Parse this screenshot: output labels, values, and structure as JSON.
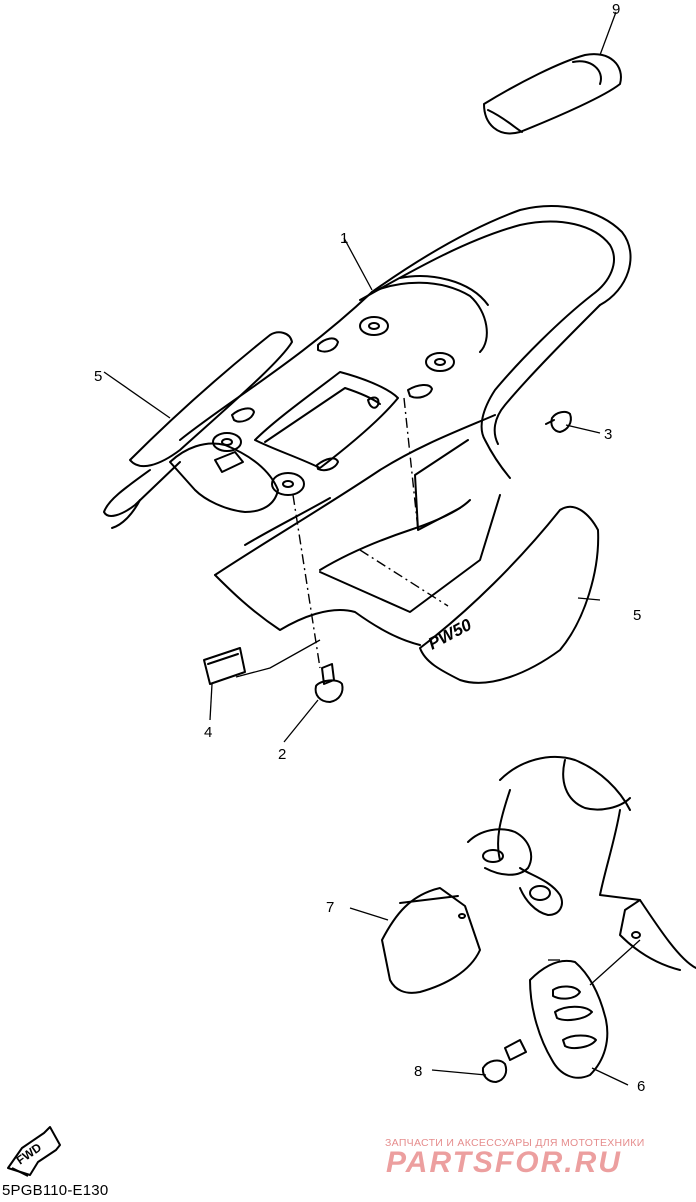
{
  "diagram": {
    "callouts": [
      {
        "id": "c9a",
        "label": "9"
      },
      {
        "id": "c1",
        "label": "1"
      },
      {
        "id": "c5a",
        "label": "5"
      },
      {
        "id": "c3",
        "label": "3"
      },
      {
        "id": "c5b",
        "label": "5"
      },
      {
        "id": "c4",
        "label": "4"
      },
      {
        "id": "c2",
        "label": "2"
      },
      {
        "id": "c7",
        "label": "7"
      },
      {
        "id": "c8",
        "label": "8"
      },
      {
        "id": "c6",
        "label": "6"
      }
    ],
    "decal_logo": "PW50",
    "fwd_label": "FWD",
    "figure_code": "5PGB110-E130"
  },
  "watermark": {
    "tagline": "ЗАПЧАСТИ И АКСЕССУАРЫ ДЛЯ МОТОТЕХНИКИ",
    "brand": "PARTSFOR.RU"
  }
}
